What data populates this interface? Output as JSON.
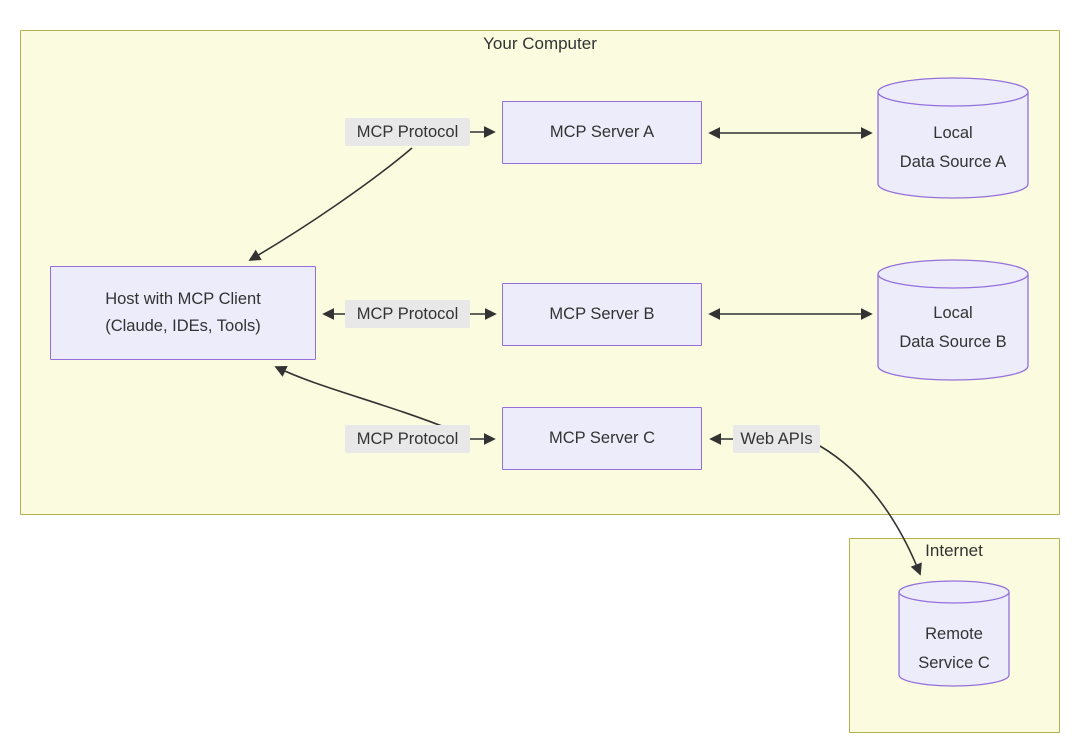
{
  "clusters": {
    "your_computer": {
      "label": "Your Computer"
    },
    "internet": {
      "label": "Internet"
    }
  },
  "nodes": {
    "host": {
      "line1": "Host with MCP Client",
      "line2": "(Claude, IDEs, Tools)"
    },
    "server_a": {
      "label": "MCP Server A"
    },
    "server_b": {
      "label": "MCP Server B"
    },
    "server_c": {
      "label": "MCP Server C"
    },
    "data_a": {
      "line1": "Local",
      "line2": "Data Source A"
    },
    "data_b": {
      "line1": "Local",
      "line2": "Data Source B"
    },
    "remote_c": {
      "line1": "Remote",
      "line2": "Service C"
    }
  },
  "edge_labels": {
    "protocol_a": "MCP Protocol",
    "protocol_b": "MCP Protocol",
    "protocol_c": "MCP Protocol",
    "web_apis": "Web APIs"
  },
  "colors": {
    "cluster_fill": "#fbfbdf",
    "cluster_stroke": "#b2b24e",
    "node_fill": "#ececfb",
    "node_stroke": "#9370db",
    "edge": "#333333",
    "edge_label_bg": "#e8e8e8",
    "text": "#333333"
  }
}
